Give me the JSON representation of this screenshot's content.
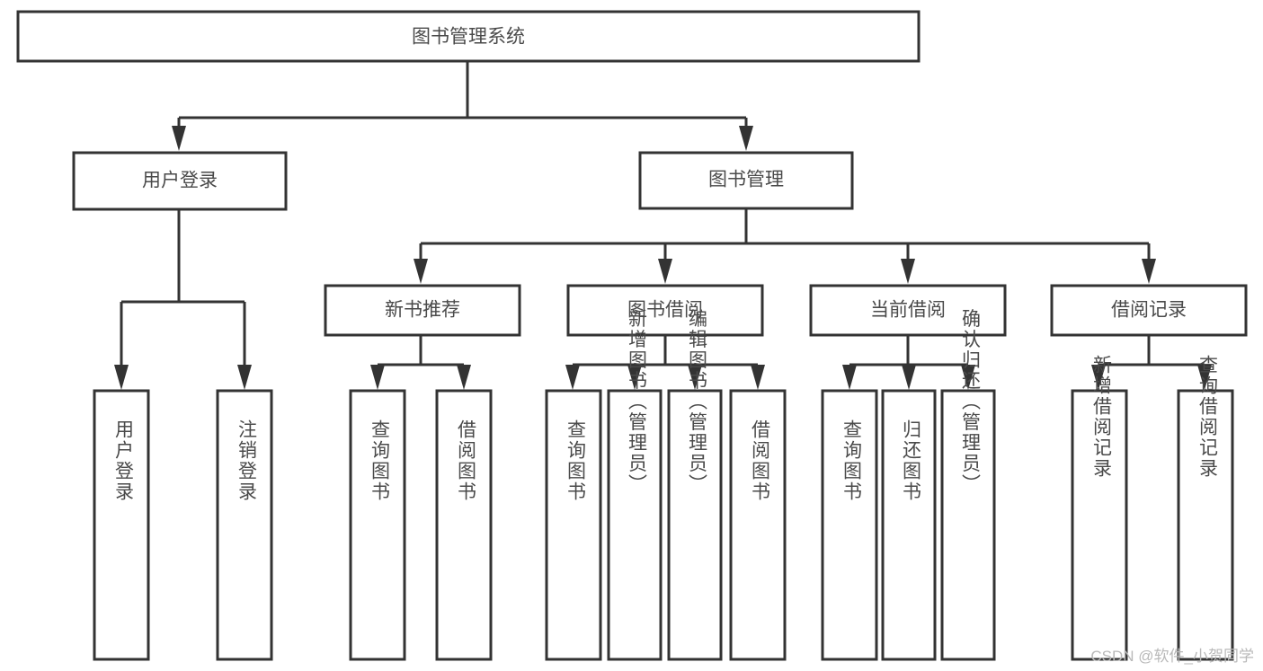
{
  "diagram": {
    "title": "图书管理系统",
    "watermark": "CSDN @软件_小贺同学",
    "colors": {
      "background": "#ffffff",
      "box_fill": "#ffffff",
      "box_stroke": "#333333",
      "text": "#4a4a4a",
      "watermark": "#b9b9b9"
    },
    "root": {
      "label": "图书管理系统"
    },
    "level2": [
      {
        "label": "用户登录"
      },
      {
        "label": "图书管理"
      }
    ],
    "level3": [
      {
        "label": "新书推荐"
      },
      {
        "label": "图书借阅"
      },
      {
        "label": "当前借阅"
      },
      {
        "label": "借阅记录"
      }
    ],
    "leaves": {
      "user_login": [
        {
          "label": "用户登录"
        },
        {
          "label": "注销登录"
        }
      ],
      "new_book_recommend": [
        {
          "label": "查询图书"
        },
        {
          "label": "借阅图书"
        }
      ],
      "book_borrow": [
        {
          "label": "查询图书"
        },
        {
          "label": "新增图书（管理员）"
        },
        {
          "label": "编辑图书（管理员）"
        },
        {
          "label": "借阅图书"
        }
      ],
      "current_borrow": [
        {
          "label": "查询图书"
        },
        {
          "label": "归还图书"
        },
        {
          "label": "确认归还（管理员）"
        }
      ],
      "borrow_record": [
        {
          "label": "新增借阅记录"
        },
        {
          "label": "查询借阅记录"
        }
      ]
    }
  }
}
